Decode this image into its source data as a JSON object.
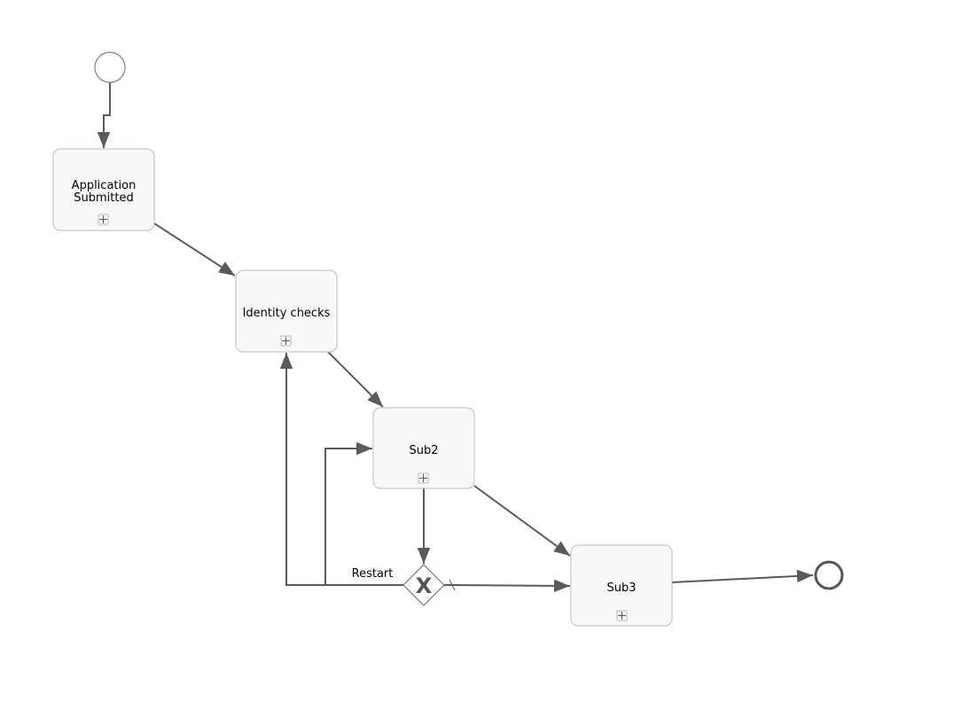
{
  "diagram": {
    "start_event": {
      "icon": "start-event-circle"
    },
    "end_event": {
      "icon": "end-event-circle"
    },
    "tasks": [
      {
        "id": "application-submitted",
        "label_lines": [
          "Application",
          "Submitted"
        ],
        "marker": "collapsed-subprocess-icon"
      },
      {
        "id": "identity-checks",
        "label_lines": [
          "Identity checks"
        ],
        "marker": "collapsed-subprocess-icon"
      },
      {
        "id": "sub2",
        "label_lines": [
          "Sub2"
        ],
        "marker": "collapsed-subprocess-icon"
      },
      {
        "id": "sub3",
        "label_lines": [
          "Sub3"
        ],
        "marker": "collapsed-subprocess-icon"
      }
    ],
    "gateway": {
      "type": "exclusive",
      "symbol": "X"
    },
    "flow_labels": {
      "restart": "Restart"
    },
    "colors": {
      "stroke": "#5a5a5a",
      "task_fill": "#f8f8f8",
      "task_border": "#bdbdbd"
    }
  }
}
